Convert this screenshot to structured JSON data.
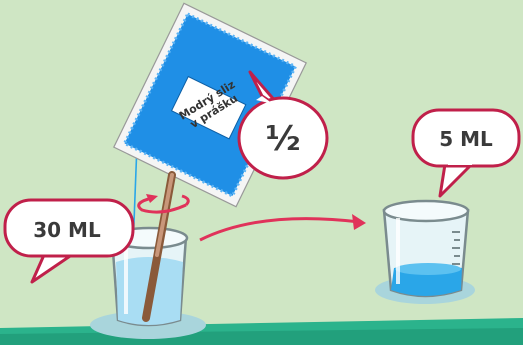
{
  "colors": {
    "background": "#cfe6c4",
    "bubble_border": "#c0204a",
    "arrow": "#e0325a",
    "packet": "#1f8fe6",
    "liquid": "#2aa6e8",
    "bottom_band": "#2bb38c"
  },
  "packet": {
    "label_line1": "Modrý sliz",
    "label_line2": "v prášku"
  },
  "bubbles": {
    "fraction": "½",
    "water_amount": "30 ML",
    "result_amount": "5 ML"
  }
}
